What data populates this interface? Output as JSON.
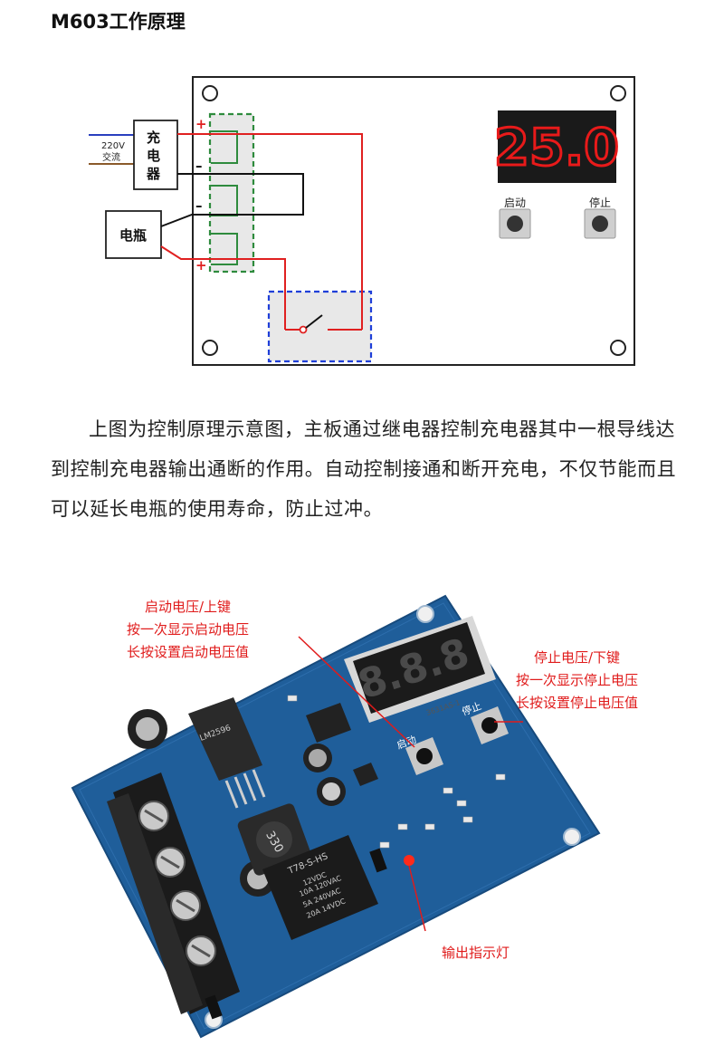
{
  "title": "M603工作原理",
  "schematic": {
    "mains_label_1": "220V",
    "mains_label_2": "交流",
    "charger_label": [
      "充",
      "电",
      "器"
    ],
    "battery_label": "电瓶",
    "terminal_signs": [
      "+",
      "–",
      "–",
      "+"
    ],
    "display_value": "25.0",
    "start_button_label": "启动",
    "stop_button_label": "停止",
    "colors": {
      "wire_positive": "#e02020",
      "wire_negative": "#111111",
      "mains_blue": "#2a3fbf",
      "mains_brown": "#8a5a2b",
      "terminal_box": "#2e8b3d",
      "relay_box": "#1f3fd8",
      "display_bg": "#1a1a1a",
      "display_digit": "#e81a1a"
    }
  },
  "description": "上图为控制原理示意图，主板通过继电器控制充电器其中一根导线达到控制充电器输出通断的作用。自动控制接通和断开充电，不仅节能而且可以延长电瓶的使用寿命，防止过冲。",
  "board_photo": {
    "display_digits": "8.8.8",
    "annotations": {
      "start": [
        "启动电压/上键",
        "按一次显示启动电压",
        "长按设置启动电压值"
      ],
      "stop": [
        "停止电压/下键",
        "按一次显示停止电压",
        "长按设置停止电压值"
      ],
      "output_led": "输出指示灯"
    },
    "silkscreen": {
      "start_key": "启动",
      "stop_key": "停止",
      "inductor": "330",
      "relay_lines": [
        "T78-S-HS",
        "12VDC",
        "10A 120VAC",
        "5A 240VAC",
        "20A 14VDC"
      ],
      "display_part": "3631AS-1",
      "ic": "LM2596"
    },
    "colors": {
      "pcb": "#1f5e9a",
      "annotation": "#e01b1b",
      "led": "#ff2a1a"
    }
  }
}
